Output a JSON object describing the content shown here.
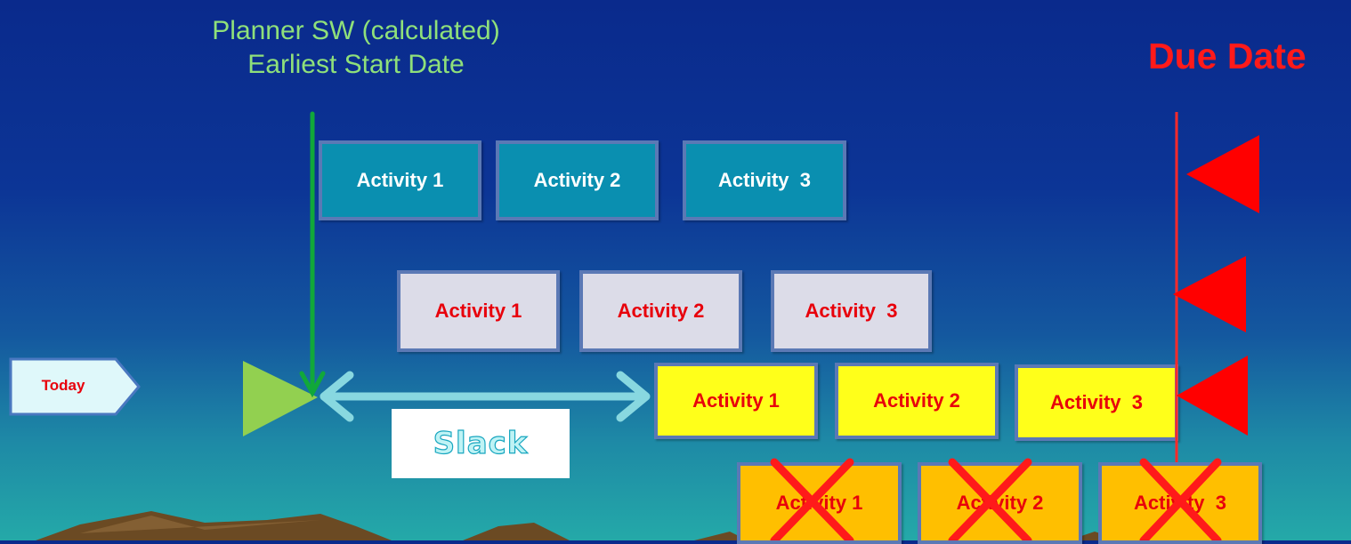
{
  "header": {
    "line1": "Planner SW (calculated)",
    "line2": "Earliest Start Date",
    "due_date": "Due Date"
  },
  "today_label": "Today",
  "slack_label": "Slack",
  "rows": [
    {
      "name": "row-1",
      "labels": [
        "Activity 1",
        "Activity 2",
        "Activity  3"
      ]
    },
    {
      "name": "row-2",
      "labels": [
        "Activity 1",
        "Activity 2",
        "Activity  3"
      ]
    },
    {
      "name": "row-3",
      "labels": [
        "Activity 1",
        "Activity 2",
        "Activity  3"
      ]
    },
    {
      "name": "row-4-cancelled",
      "labels": [
        "Activity 1",
        "Activity 2",
        "Activity  3"
      ]
    }
  ],
  "colors": {
    "background_top": "#0a2a8c",
    "background_bottom": "#24a9a8",
    "heading": "#8fe07a",
    "due_date": "#ff1a1a",
    "row1_fill": "#0a8fb0",
    "row2_fill": "#dcdce8",
    "row3_fill": "#ffff1a",
    "row4_fill": "#ffbf00",
    "slack_arrow": "#88d8e0",
    "start_line": "#11a83a"
  }
}
